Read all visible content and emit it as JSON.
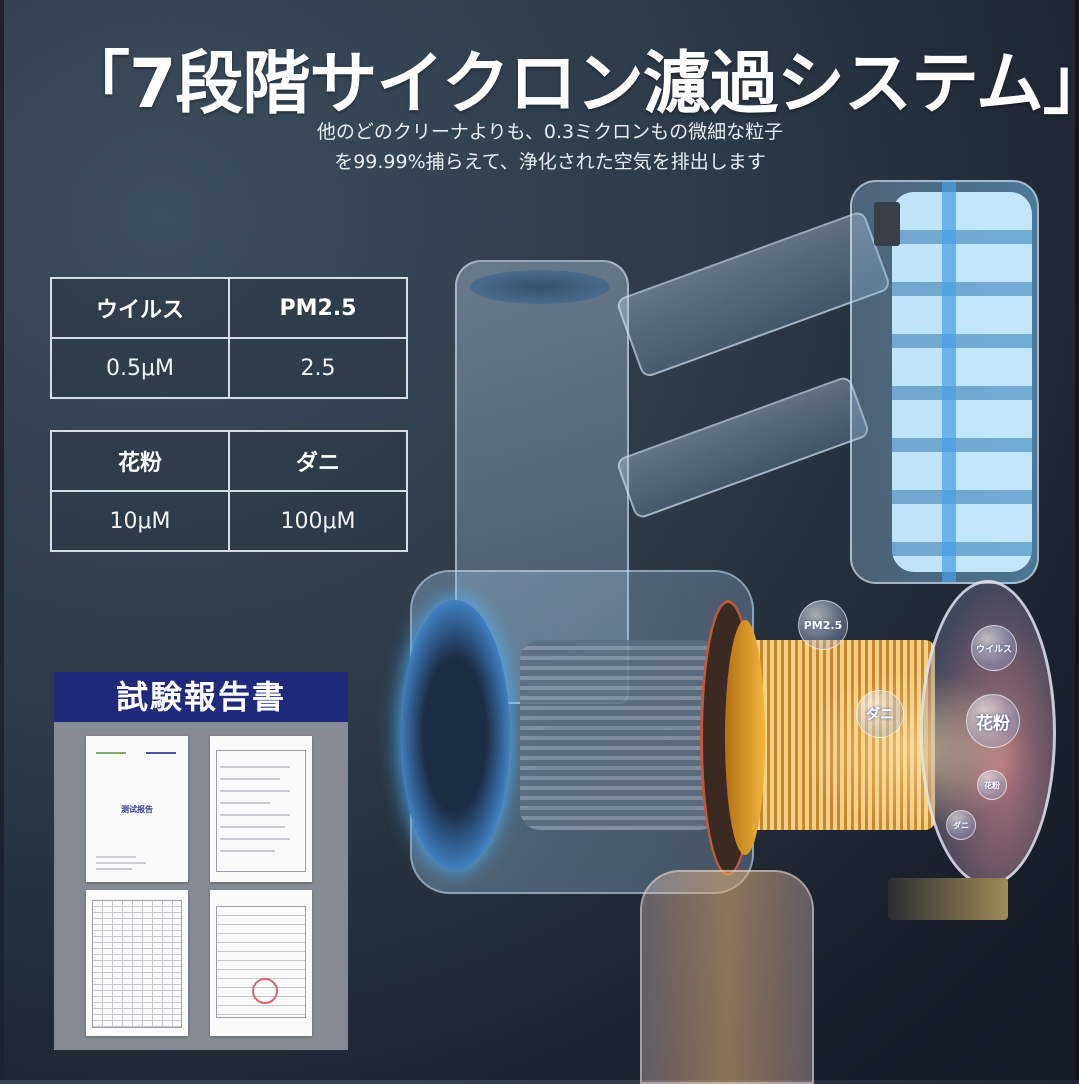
{
  "headline": "「7段階サイクロン濾過システム」",
  "subtitle": {
    "line1": "他のどのクリーナよりも、0.3ミクロンもの微細な粒子",
    "line2": "を99.99%捕らえて、浄化された空気を排出します"
  },
  "tables": [
    {
      "headers": [
        "ウイルス",
        "PM2.5"
      ],
      "values": [
        "0.5μM",
        "2.5"
      ]
    },
    {
      "headers": [
        "花粉",
        "ダニ"
      ],
      "values": [
        "10μM",
        "100μM"
      ]
    }
  ],
  "report": {
    "title": "試験報告書",
    "doc_caption": "测试报告"
  },
  "bubbles": [
    "PM2.5",
    "ウイルス",
    "ダニ",
    "花粉",
    "花粉",
    "ダニ"
  ],
  "colors": {
    "report_header": "#1f2a7a",
    "report_bg": "#868b93",
    "table_border": "#d8dde2",
    "filter_gold": "#e8a21c",
    "glow_blue": "#4fb4ff"
  }
}
